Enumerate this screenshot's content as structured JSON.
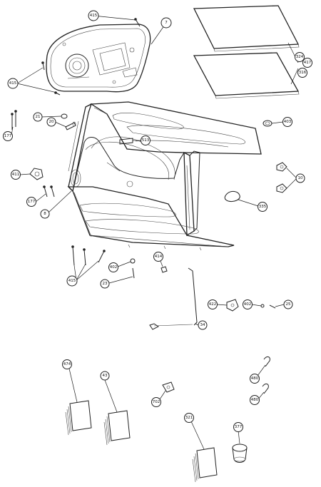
{
  "callouts": [
    {
      "id": "c415a",
      "label": "415"
    },
    {
      "id": "c7",
      "label": "7"
    },
    {
      "id": "c324",
      "label": "324"
    },
    {
      "id": "c417",
      "label": "417"
    },
    {
      "id": "c316",
      "label": "316"
    },
    {
      "id": "c415b",
      "label": "415"
    },
    {
      "id": "c21",
      "label": "21"
    },
    {
      "id": "c20",
      "label": "20"
    },
    {
      "id": "c177a",
      "label": "177"
    },
    {
      "id": "c513",
      "label": "513"
    },
    {
      "id": "c403",
      "label": "403"
    },
    {
      "id": "c411",
      "label": "411"
    },
    {
      "id": "c10",
      "label": "10"
    },
    {
      "id": "c177b",
      "label": "177"
    },
    {
      "id": "c8",
      "label": "8"
    },
    {
      "id": "c335",
      "label": "335"
    },
    {
      "id": "c415c",
      "label": "415"
    },
    {
      "id": "c402a",
      "label": "402"
    },
    {
      "id": "c23",
      "label": "23"
    },
    {
      "id": "c414",
      "label": "414"
    },
    {
      "id": "c422",
      "label": "422"
    },
    {
      "id": "c402b",
      "label": "402"
    },
    {
      "id": "c25",
      "label": "25"
    },
    {
      "id": "c34",
      "label": "34"
    },
    {
      "id": "c474",
      "label": "474"
    },
    {
      "id": "c43",
      "label": "43"
    },
    {
      "id": "c480a",
      "label": "480"
    },
    {
      "id": "c480b",
      "label": "480"
    },
    {
      "id": "c702",
      "label": "702"
    },
    {
      "id": "c321",
      "label": "321"
    },
    {
      "id": "c377",
      "label": "377"
    }
  ]
}
